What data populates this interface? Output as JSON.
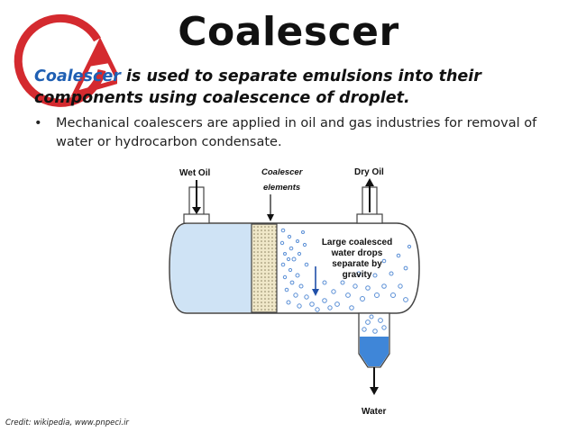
{
  "slide": {
    "title": "Coalescer",
    "subtitle_highlight": "Coalescer",
    "subtitle_rest": " is used to separate emulsions into their components using coalescence of droplet.",
    "bullet_symbol": "•",
    "bullet_text": "Mechanical coalescers are applied in oil and gas industries for removal of water or hydrocarbon condensate.",
    "credit": "Credit: wikipedia, www.pnpeci.ir"
  },
  "diagram": {
    "wet_oil_label": "Wet Oil",
    "coalescer_label_1": "Coalescer",
    "coalescer_label_2": "elements",
    "dry_oil_label": "Dry Oil",
    "note_line_1": "Large coalesced",
    "note_line_2": "water drops",
    "note_line_3": "separate by",
    "note_line_4": "gravity",
    "water_label": "Water"
  },
  "colors": {
    "logo_red": "#d42a2f",
    "highlight_blue": "#1f5fb3",
    "liquid_blue": "#cfe3f5",
    "water_blue": "#3f86d8",
    "drop_blue": "#5a8fd6",
    "element_fill": "#efe7c8"
  }
}
